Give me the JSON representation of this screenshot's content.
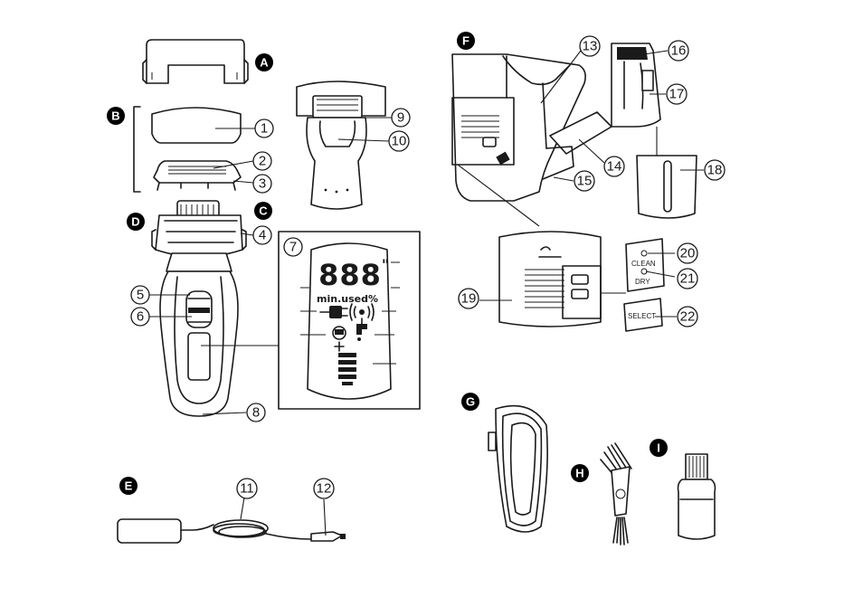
{
  "letters": {
    "A": "A",
    "B": "B",
    "C": "C",
    "D": "D",
    "E": "E",
    "F": "F",
    "G": "G",
    "H": "H",
    "I": "I"
  },
  "numbers": {
    "n1": "1",
    "n2": "2",
    "n3": "3",
    "n4": "4",
    "n5": "5",
    "n6": "6",
    "n7": "7",
    "n8": "8",
    "n9": "9",
    "n10": "10",
    "n11": "11",
    "n12": "12",
    "n13": "13",
    "n14": "14",
    "n15": "15",
    "n16": "16",
    "n17": "17",
    "n18": "18",
    "n19": "19",
    "n20": "20",
    "n21": "21",
    "n22": "22"
  },
  "display": {
    "digits": "888",
    "unit": "min.used%",
    "quote": "\""
  },
  "station_buttons": {
    "clean": "CLEAN",
    "dry": "DRY",
    "select": "SELECT"
  }
}
